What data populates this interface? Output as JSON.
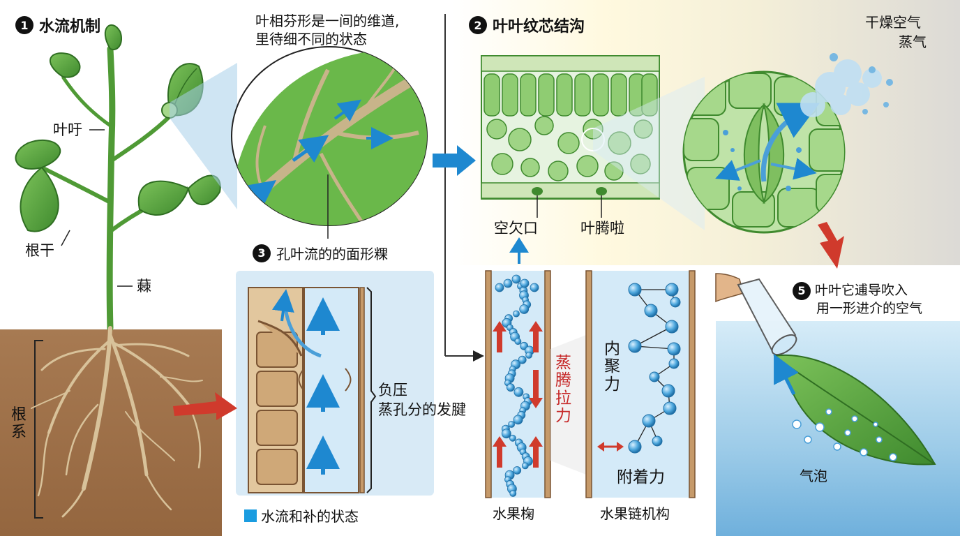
{
  "sections": {
    "s1": {
      "num": "1",
      "title": "水流机制"
    },
    "s2": {
      "num": "2",
      "title": "叶叶纹芯结沟"
    },
    "s3": {
      "num": "3",
      "title": "孔叶流的的面形粿"
    },
    "s5": {
      "num": "5",
      "line1": "叶叶它逋导吹入",
      "line2": "用一形进介的空气"
    }
  },
  "plant": {
    "petiole_label": "叶吁",
    "stem_label": "根干",
    "stalk_label": "蕀",
    "root_label": "根系"
  },
  "leaf_zoom": {
    "caption_line1": "叶相芬形是一间的维道,",
    "caption_line2": "里待细不同的状态"
  },
  "cross_section": {
    "left_label": "空欠口",
    "right_label": "叶腾啦"
  },
  "stoma": {
    "air_line1": "干燥空气",
    "air_line2": "蒸气"
  },
  "xylem": {
    "pressure_line1": "负压",
    "pressure_line2": "蒸孔分的发腱",
    "legend": "水流和补的状态"
  },
  "tube": {
    "label": "水果椈",
    "tension": "蒸腾拉力"
  },
  "chain": {
    "label": "水果链机构",
    "cohesion": "内聚力",
    "adhesion": "附着力"
  },
  "submerged": {
    "bubbles": "气泡"
  },
  "colors": {
    "leaf": "#5fa844",
    "leaf_dark": "#2f6e22",
    "soil": "#9b6b45",
    "water": "#4a9fd8",
    "arrow_blue": "#1e88d0",
    "arrow_red": "#d03a2c",
    "cell_green": "#a9d890",
    "legend_blue": "#1a9ce0"
  }
}
